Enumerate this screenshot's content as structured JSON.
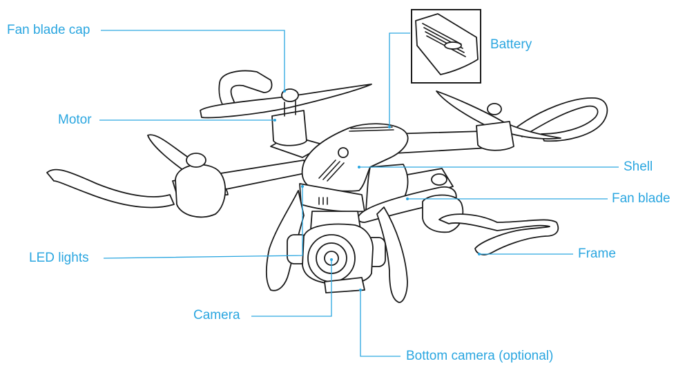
{
  "colors": {
    "label": "#2aa6e0",
    "leader": "#2aa6e0",
    "drawing": "#1a1a1a",
    "background": "#ffffff"
  },
  "labels": {
    "fan_blade_cap": "Fan blade cap",
    "motor": "Motor",
    "battery": "Battery",
    "shell": "Shell",
    "fan_blade": "Fan blade",
    "frame": "Frame",
    "led_lights": "LED lights",
    "camera": "Camera",
    "bottom_camera": "Bottom camera (optional)"
  }
}
